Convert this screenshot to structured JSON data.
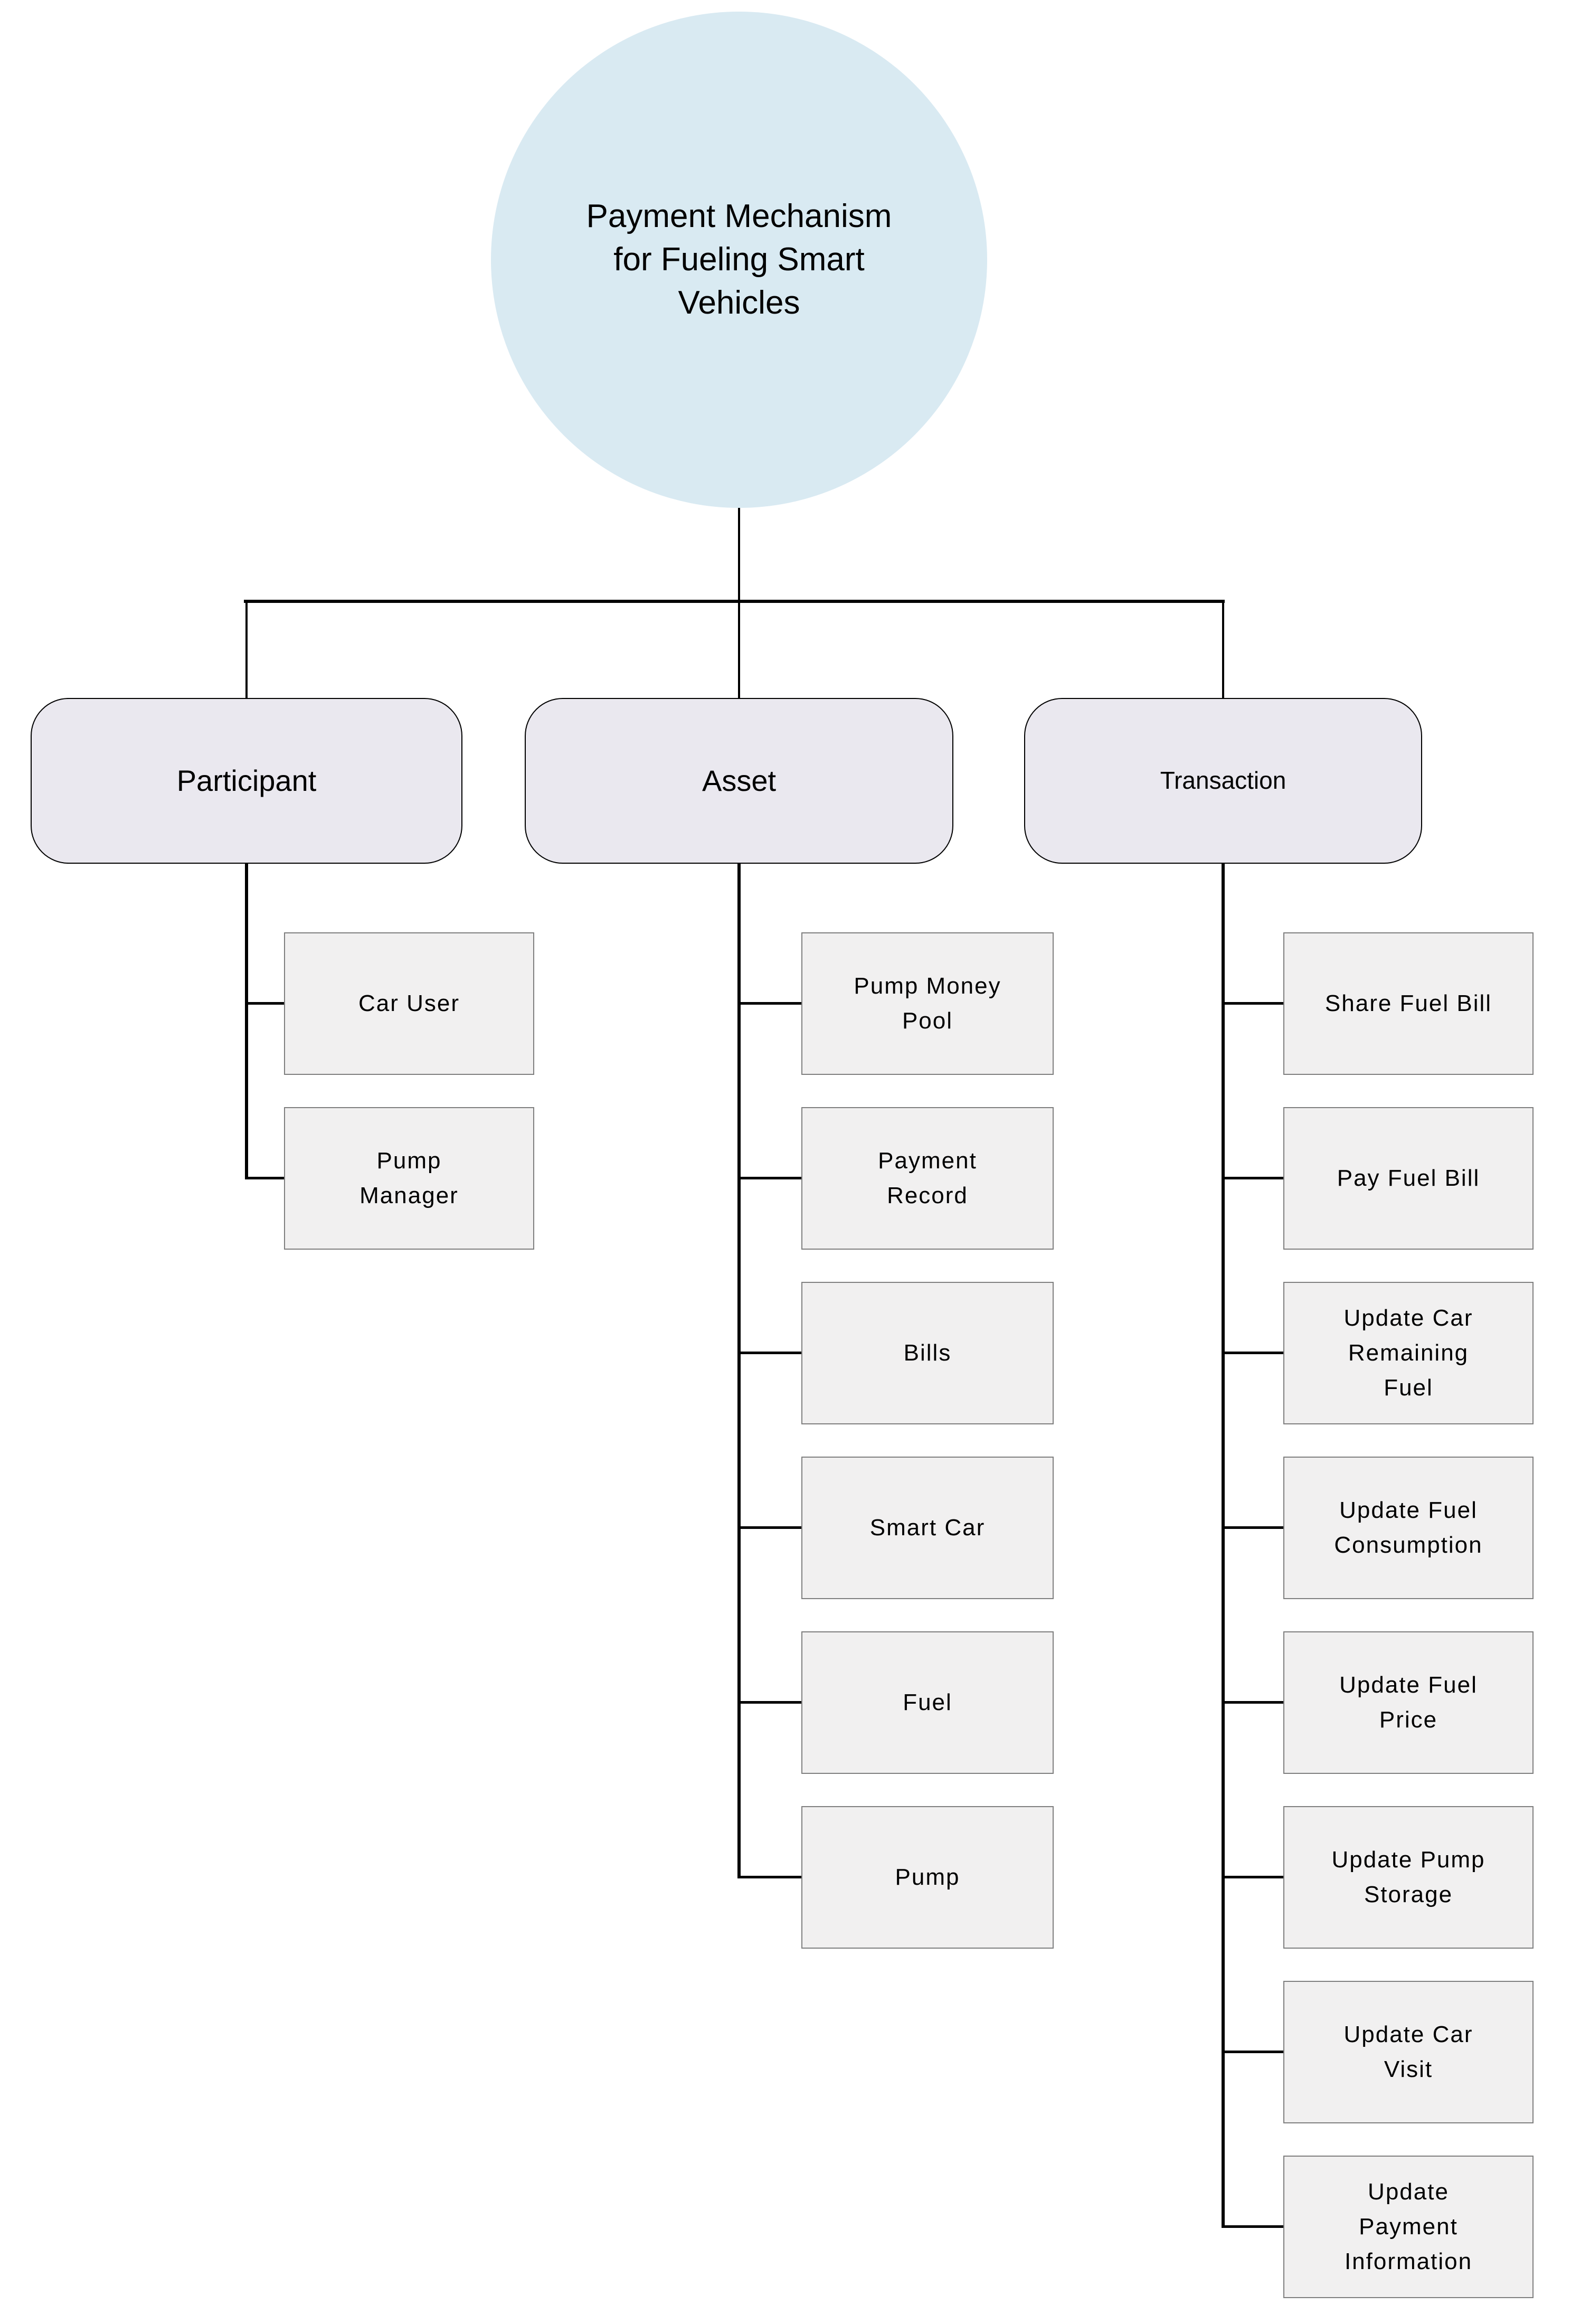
{
  "root": {
    "label": "Payment Mechanism\nfor Fueling Smart\nVehicles"
  },
  "branches": [
    {
      "label": "Participant",
      "children": [
        {
          "label": "Car User"
        },
        {
          "label": "Pump\nManager"
        }
      ]
    },
    {
      "label": "Asset",
      "children": [
        {
          "label": "Pump Money\nPool"
        },
        {
          "label": "Payment\nRecord"
        },
        {
          "label": "Bills"
        },
        {
          "label": "Smart Car"
        },
        {
          "label": "Fuel"
        },
        {
          "label": "Pump"
        }
      ]
    },
    {
      "label": "Transaction",
      "children": [
        {
          "label": "Share Fuel Bill"
        },
        {
          "label": "Pay Fuel Bill"
        },
        {
          "label": "Update Car\nRemaining\nFuel"
        },
        {
          "label": "Update Fuel\nConsumption"
        },
        {
          "label": "Update Fuel\nPrice"
        },
        {
          "label": "Update Pump\nStorage"
        },
        {
          "label": "Update Car\nVisit"
        },
        {
          "label": "Update\nPayment\nInformation"
        }
      ]
    }
  ],
  "colors": {
    "root_fill": "#d9eaf2",
    "branch_fill": "#eae8ef",
    "branch_border": "#000000",
    "child_fill": "#f1f0f0",
    "child_border": "#7f7f7f",
    "connector": "#000000",
    "background": "#ffffff",
    "text": "#000000"
  }
}
